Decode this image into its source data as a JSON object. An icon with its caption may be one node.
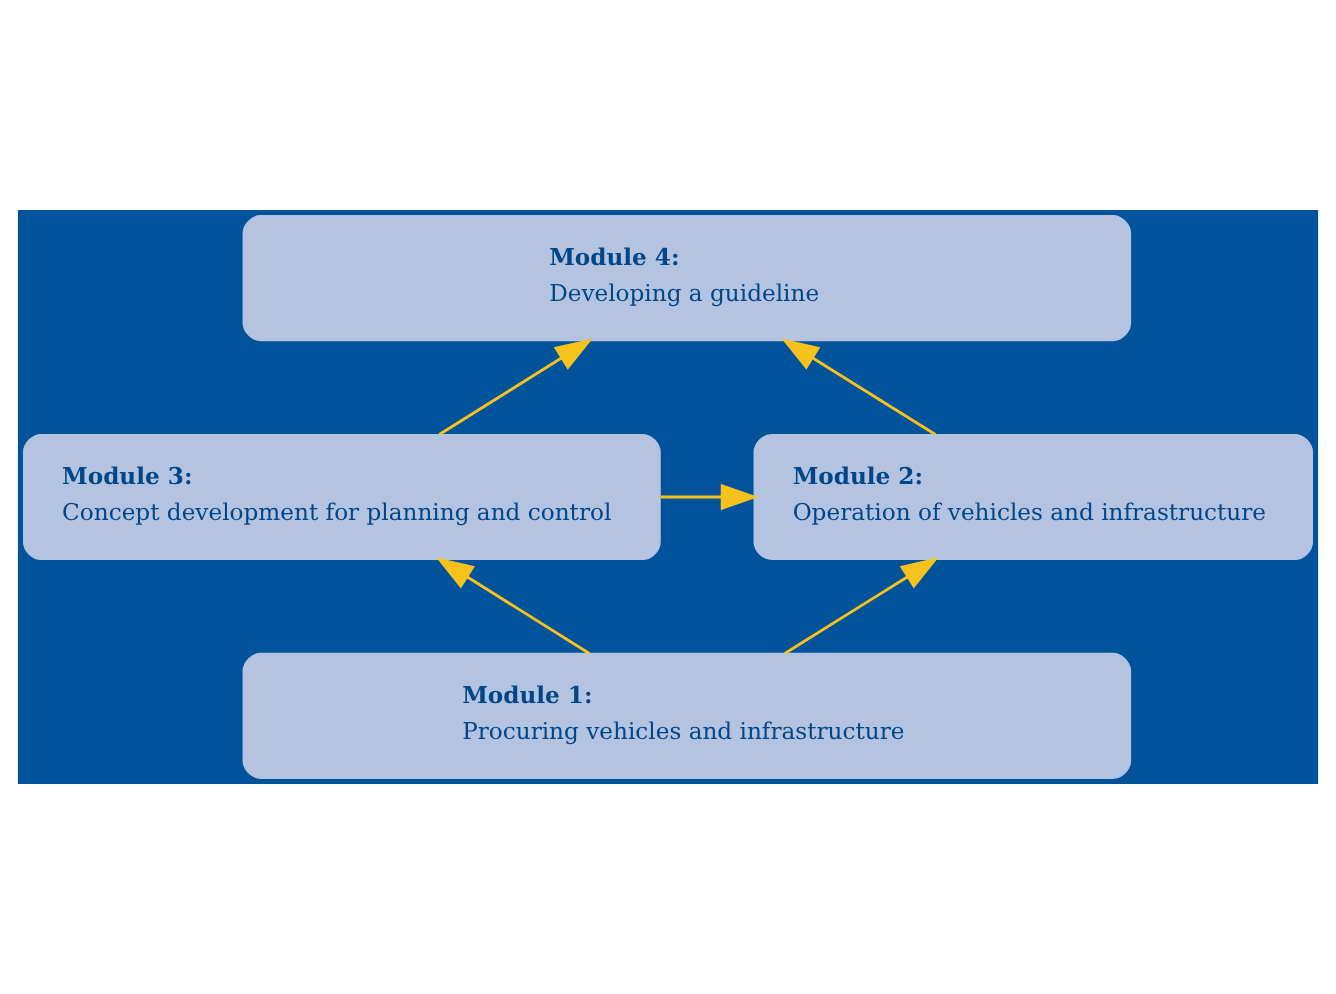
{
  "diagram": {
    "nodes": [
      {
        "text": [
          "Module 1:",
          "Procuring vehicles and infrastructure"
        ]
      },
      {
        "text": [
          "Module 2:",
          "Operation of vehicles and infrastructure"
        ]
      },
      {
        "text": [
          "Module 3:",
          "Concept development for planning and control"
        ]
      },
      {
        "text": [
          "Module 4:",
          "Developing a guideline"
        ]
      }
    ],
    "edges": [
      {
        "from": 0,
        "to": 1,
        "arrow": "to"
      },
      {
        "from": 0,
        "to": 2,
        "arrow": "to"
      },
      {
        "from": 2,
        "to": 1,
        "arrow": "to"
      },
      {
        "from": 1,
        "to": 3,
        "arrow": "to"
      },
      {
        "from": 2,
        "to": 3,
        "arrow": "to"
      }
    ]
  }
}
